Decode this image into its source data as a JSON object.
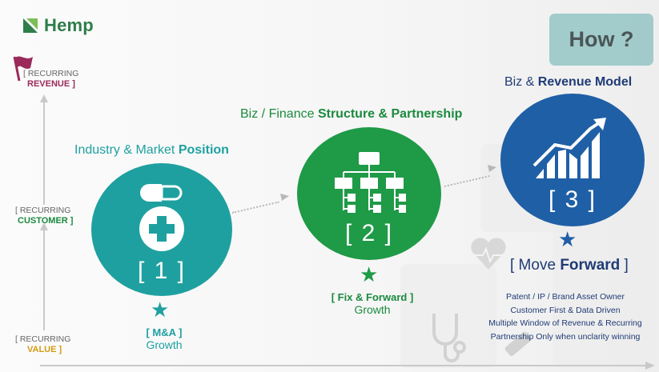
{
  "brand": {
    "name": "Hemp",
    "color": "#2e7d4a"
  },
  "badge": {
    "label": "How ?"
  },
  "axis": {
    "top": {
      "line1": "[ RECURRING",
      "line2": "REVENUE ]",
      "color": "#9b2a5a"
    },
    "middle": {
      "line1": "[ RECURRING",
      "line2": "CUSTOMER ]",
      "color": "#1b8a3e"
    },
    "bottom": {
      "line1": "[ RECURRING",
      "line2": "VALUE ]",
      "color": "#d59a12"
    }
  },
  "steps": [
    {
      "number": "[ 1 ]",
      "heading_plain": "Industry & Market ",
      "heading_bold": "Position",
      "caption_strong": "[ M&A ]",
      "caption_sub": "Growth",
      "color": "#1fa0a0",
      "icon": "pill-medical-cross-icon"
    },
    {
      "number": "[ 2 ]",
      "heading_plain": "Biz / Finance ",
      "heading_bold": "Structure & Partnership",
      "caption_strong": "[ Fix & Forward ]",
      "caption_sub": "Growth",
      "color": "#1f9a47",
      "icon": "org-chart-icon"
    },
    {
      "number": "[ 3 ]",
      "heading_plain": "Biz & ",
      "heading_bold": "Revenue Model",
      "color": "#1f5fa6",
      "icon": "growth-chart-icon"
    }
  ],
  "forward": {
    "plain_open": "[ Move ",
    "bold": "Forward",
    "plain_close": " ]",
    "items": [
      "Patent / IP / Brand Asset Owner",
      "Customer First & Data Driven",
      "Multiple Window of Revenue & Recurring",
      "Partnership Only when unclarity winning"
    ]
  },
  "colors": {
    "star1": "#1fa0a0",
    "star2": "#1f9a47",
    "star3": "#1f5fa6",
    "step_text": "#1b8a3e",
    "teal_text": "#1fa0a0",
    "navy_text": "#1f3b75"
  }
}
